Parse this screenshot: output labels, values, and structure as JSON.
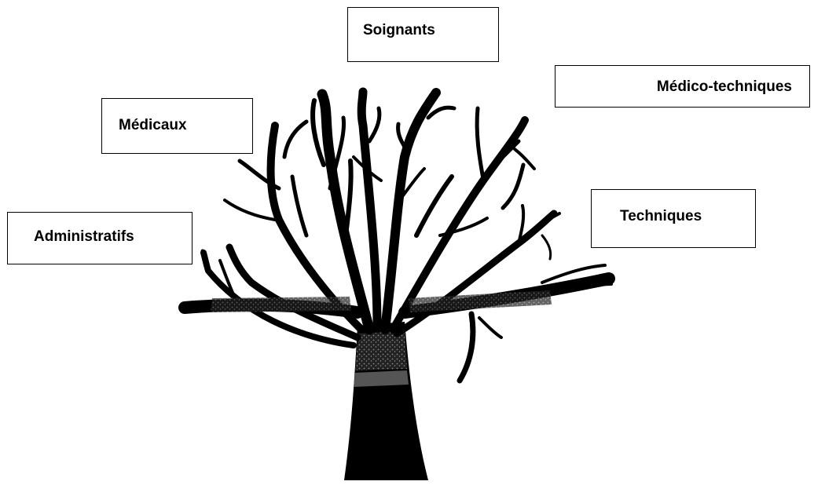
{
  "labels": {
    "soignants": "Soignants",
    "medico_techniques": "Médico-techniques",
    "medicaux": "Médicaux",
    "administratifs": "Administratifs",
    "techniques": "Techniques"
  },
  "colors": {
    "ink": "#000000",
    "background": "#ffffff"
  },
  "illustration": "bare-tree"
}
